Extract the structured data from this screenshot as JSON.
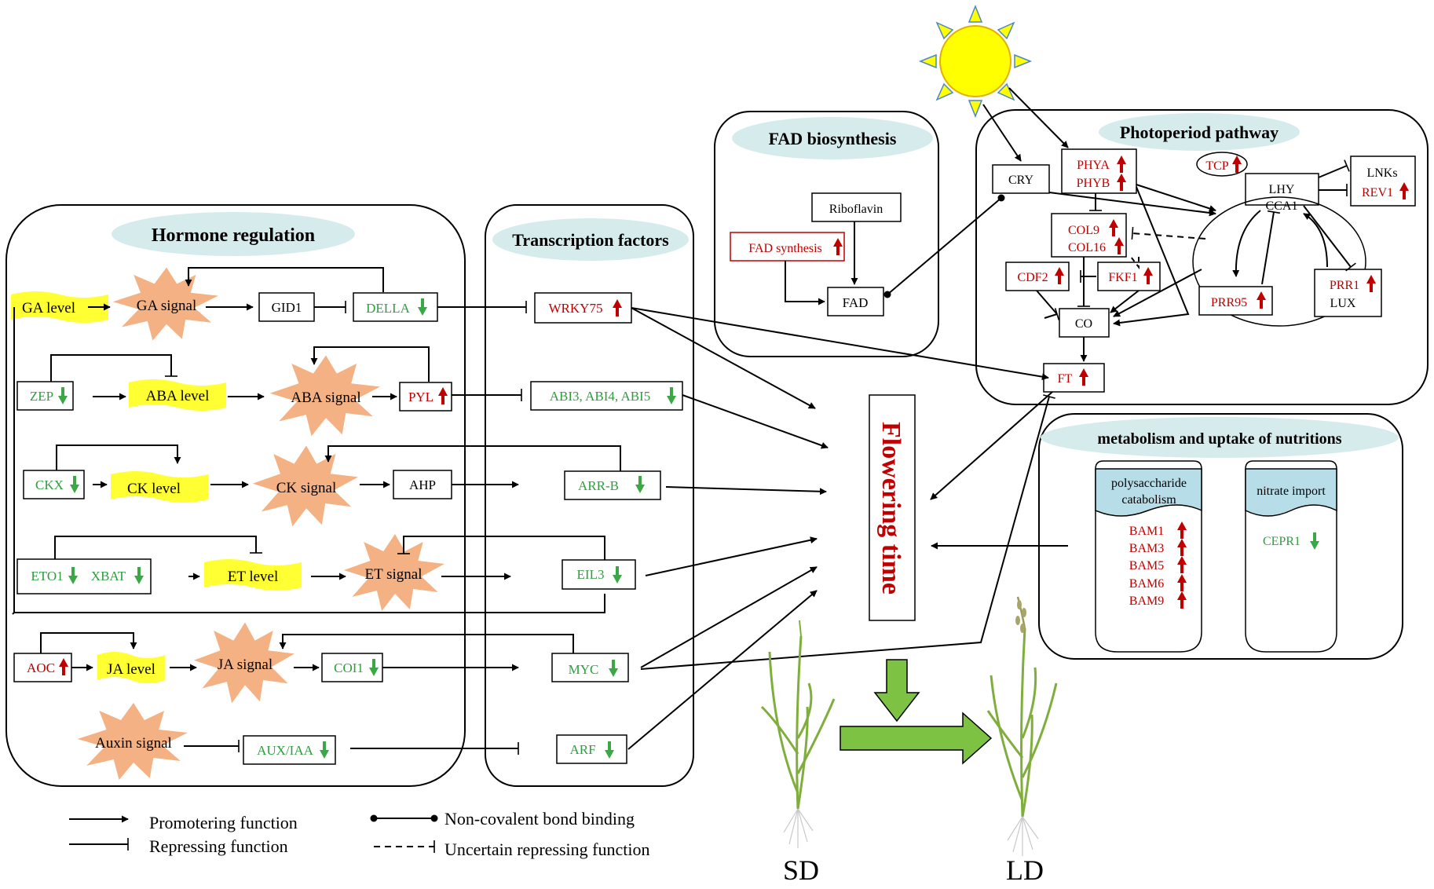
{
  "panels": {
    "hormone": "Hormone regulation",
    "tf": "Transcription factors",
    "fad": "FAD biosynthesis",
    "photo": "Photoperiod pathway",
    "metab": "metabolism and uptake of nutritions"
  },
  "hormone": {
    "ga_level": "GA level",
    "ga_signal": "GA signal",
    "gid1": "GID1",
    "della": "DELLA",
    "zep": "ZEP",
    "aba_level": "ABA level",
    "aba_signal": "ABA signal",
    "pyl": "PYL",
    "ckx": "CKX",
    "ck_level": "CK level",
    "ck_signal": "CK signal",
    "ahp": "AHP",
    "eto1": "ETO1",
    "xbat": "XBAT",
    "et_level": "ET level",
    "et_signal": "ET signal",
    "aoc": "AOC",
    "ja_level": "JA level",
    "ja_signal": "JA signal",
    "coi1": "COI1",
    "auxin_signal": "Auxin signal",
    "aux_iaa": "AUX/IAA"
  },
  "tf": {
    "wrky75": "WRKY75",
    "abi": "ABI3, ABI4,  ABI5",
    "arrb": "ARR-B",
    "eil3": "EIL3",
    "myc": "MYC",
    "arf": "ARF"
  },
  "fad": {
    "riboflavin": "Riboflavin",
    "fad_synthesis": "FAD synthesis",
    "fad": "FAD"
  },
  "photo": {
    "cry": "CRY",
    "phya": "PHYA",
    "phyb": "PHYB",
    "tcp": "TCP",
    "lhy": "LHY",
    "cca1": "CCA1",
    "lnks": "LNKs",
    "rev1": "REV1",
    "col9": "COL9",
    "col16": "COL16",
    "cdf2": "CDF2",
    "fkf1": "FKF1",
    "co": "CO",
    "prr95": "PRR95",
    "prr1": "PRR1",
    "lux": "LUX",
    "ft": "FT"
  },
  "metab": {
    "poly_line1": "polysaccharide",
    "poly_line2": "catabolism",
    "nitrate": "nitrate import",
    "bams": [
      "BAM1",
      "BAM3",
      "BAM5",
      "BAM6",
      "BAM9"
    ],
    "cepr1": "CEPR1"
  },
  "center": {
    "flowering_time": "Flowering time",
    "sd": "SD",
    "ld": "LD"
  },
  "legend": {
    "promote": "Promotering function",
    "repress": "Repressing function",
    "binding": "Non-covalent bond binding",
    "uncertain": "Uncertain repressing function"
  },
  "colors": {
    "up_red": "#c00000",
    "down_green": "#2e9e3e",
    "level_yellow": "#ffff33",
    "signal_orange": "#f4b183",
    "title_bubble": "#d6ecec",
    "scroll_fill": "#b7dee8",
    "big_arrow_green": "#7dc242",
    "sun_yellow": "#ffff00"
  }
}
